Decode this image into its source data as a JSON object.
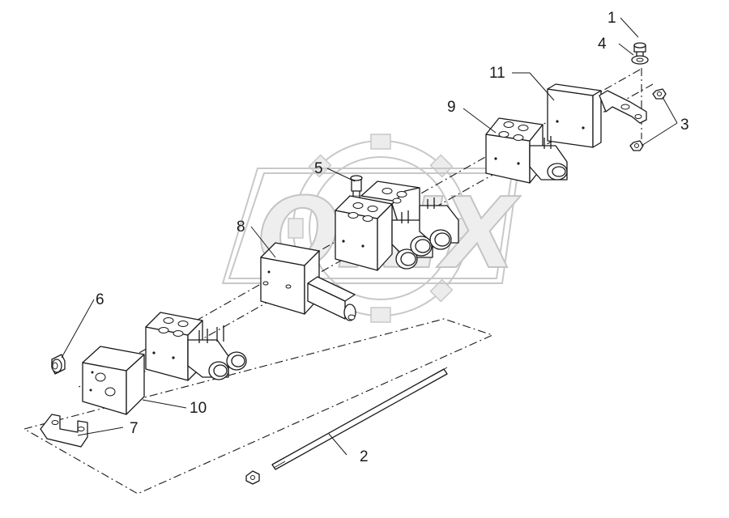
{
  "diagram": {
    "watermark": {
      "text": "ORIX"
    },
    "callouts": {
      "c1": "1",
      "c2": "2",
      "c3": "3",
      "c4": "4",
      "c5": "5",
      "c6": "6",
      "c7": "7",
      "c8": "8",
      "c9": "9",
      "c10": "10",
      "c11": "11"
    }
  }
}
